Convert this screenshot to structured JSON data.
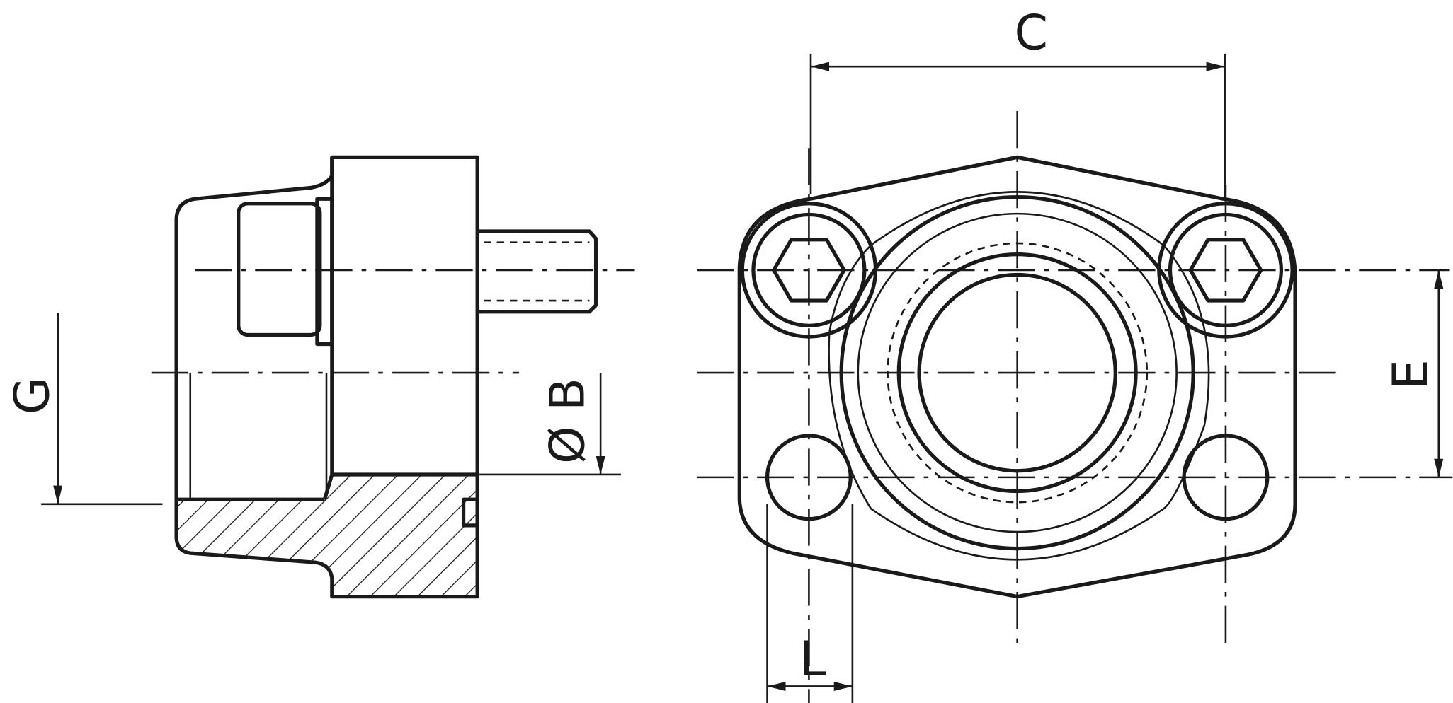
{
  "drawing": {
    "labels": {
      "c": "C",
      "g": "G",
      "b": "Ø B",
      "e": "E",
      "l": "L"
    },
    "line_color": "#1a1a1a"
  }
}
